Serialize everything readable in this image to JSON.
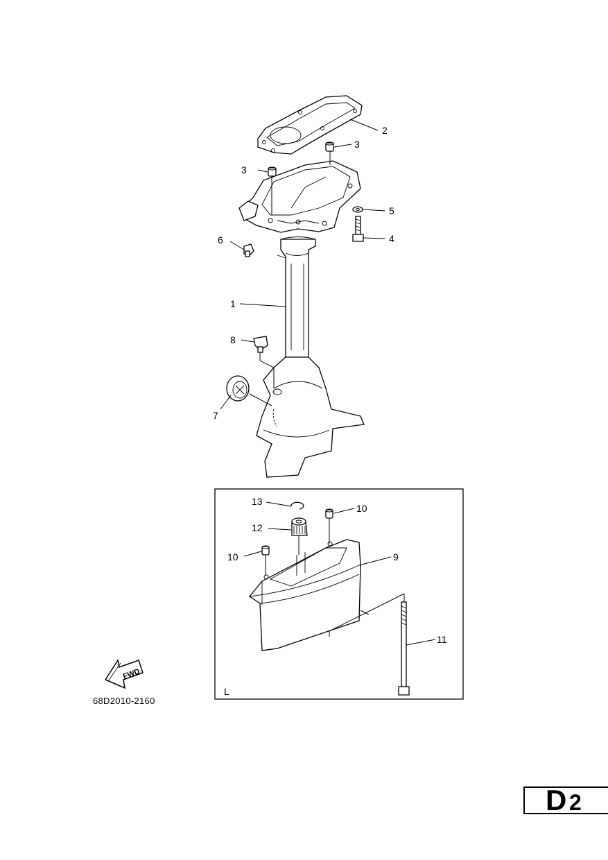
{
  "diagram": {
    "part_labels": {
      "p1": "1",
      "p2": "2",
      "p3a": "3",
      "p3b": "3",
      "p4": "4",
      "p5": "5",
      "p6": "6",
      "p7": "7",
      "p8": "8",
      "p9": "9",
      "p10a": "10",
      "p10b": "10",
      "p11": "11",
      "p12": "12",
      "p13": "13"
    },
    "inset_label": "L",
    "fwd_label": "FWD",
    "drawing_code": "68D2010-2160",
    "page_code": {
      "letter": "D",
      "number": "2"
    }
  }
}
